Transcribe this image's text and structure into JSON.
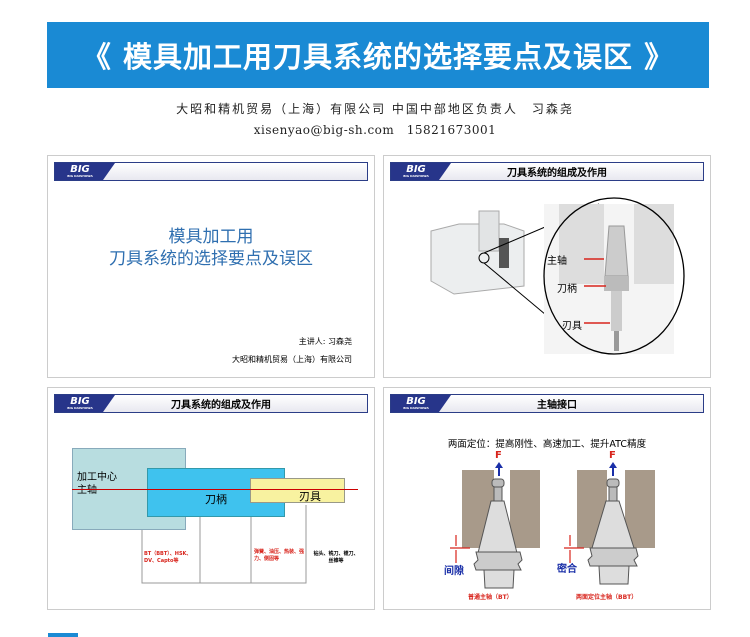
{
  "banner": {
    "title": "《 模具加工用刀具系统的选择要点及误区 》"
  },
  "info": {
    "line1": "大昭和精机贸易（上海）有限公司 中国中部地区负责人　习森尧",
    "line2": "xisenyao@big-sh.com　15821673001"
  },
  "logo": {
    "text": "BIG",
    "sub": "BIG DAISHOWA"
  },
  "slide1": {
    "title_line1": "模具加工用",
    "title_line2": "刀具系统的选择要点及误区",
    "speaker": "主讲人: 习森尧",
    "company": "大昭和精机贸易（上海）有限公司"
  },
  "slide2": {
    "title": "刀具系统的组成及作用",
    "label_spindle": "主轴",
    "label_holder": "刀柄",
    "label_tool": "刃具"
  },
  "slide3": {
    "title": "刀具系统的组成及作用",
    "box_machine": "加工中心\n主轴",
    "box_holder": "刀柄",
    "box_tool": "刃具",
    "note_interface": "BT（BBT）、HSK、DV、Capto等",
    "note_holder": "弹簧、油压、热装、强力、侧固等",
    "note_tool": "钻头、铣刀、镗刀、丝锥等"
  },
  "slide4": {
    "title": "主轴接口",
    "subtitle": "两面定位：提高刚性、高速加工、提升ATC精度",
    "force": "F",
    "gap": "间隙",
    "tight": "密合",
    "caption_bt": "普通主轴（BT）",
    "caption_bbt": "两面定位主轴（BBT）"
  }
}
